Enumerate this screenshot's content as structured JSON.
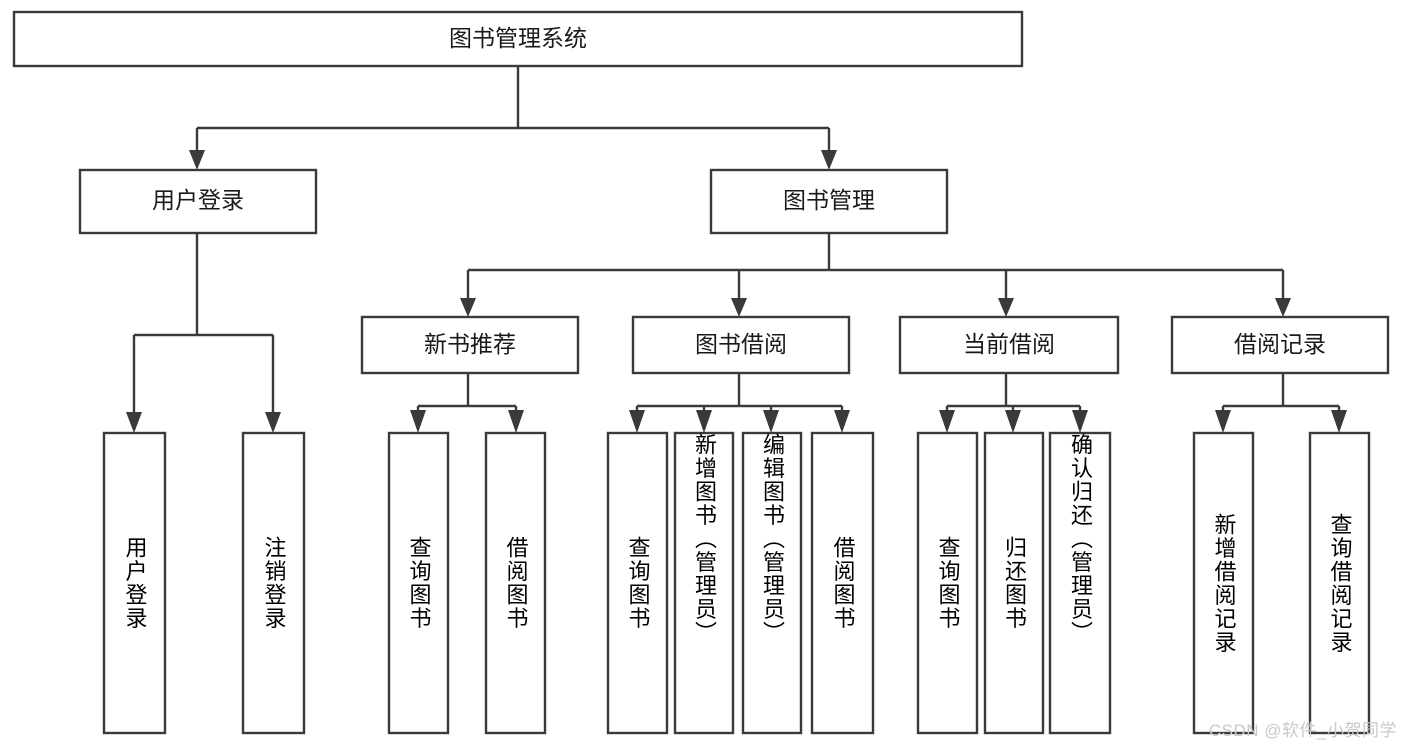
{
  "diagram": {
    "type": "tree",
    "title": "图书管理系统",
    "watermark": "CSDN @软件_小贺同学",
    "colors": {
      "stroke": "#3a3a3a",
      "fill": "#ffffff",
      "text": "#1a1a1a",
      "watermark": "#c9c9c9"
    },
    "nodes": {
      "root": {
        "label": "图书管理系统",
        "level": 1,
        "orientation": "horizontal"
      },
      "n_user_login": {
        "label": "用户登录",
        "level": 2,
        "orientation": "horizontal"
      },
      "n_book_mgmt": {
        "label": "图书管理",
        "level": 2,
        "orientation": "horizontal"
      },
      "n_new_book_rec": {
        "label": "新书推荐",
        "level": 3,
        "orientation": "horizontal"
      },
      "n_book_borrow": {
        "label": "图书借阅",
        "level": 3,
        "orientation": "horizontal"
      },
      "n_current_borrow": {
        "label": "当前借阅",
        "level": 3,
        "orientation": "horizontal"
      },
      "n_borrow_record": {
        "label": "借阅记录",
        "level": 3,
        "orientation": "horizontal"
      },
      "l_user_login": {
        "label": "用户登录",
        "level": 4,
        "orientation": "vertical"
      },
      "l_logout": {
        "label": "注销登录",
        "level": 4,
        "orientation": "vertical"
      },
      "l_query_book_1": {
        "label": "查询图书",
        "level": 4,
        "orientation": "vertical"
      },
      "l_borrow_book_1": {
        "label": "借阅图书",
        "level": 4,
        "orientation": "vertical"
      },
      "l_query_book_2": {
        "label": "查询图书",
        "level": 4,
        "orientation": "vertical"
      },
      "l_add_book": {
        "label": "新增图书（管理员）",
        "level": 4,
        "orientation": "vertical"
      },
      "l_edit_book": {
        "label": "编辑图书（管理员）",
        "level": 4,
        "orientation": "vertical"
      },
      "l_borrow_book_2": {
        "label": "借阅图书",
        "level": 4,
        "orientation": "vertical"
      },
      "l_query_book_3": {
        "label": "查询图书",
        "level": 4,
        "orientation": "vertical"
      },
      "l_return_book": {
        "label": "归还图书",
        "level": 4,
        "orientation": "vertical"
      },
      "l_confirm_return": {
        "label": "确认归还（管理员）",
        "level": 4,
        "orientation": "vertical"
      },
      "l_add_record": {
        "label": "新增借阅记录",
        "level": 4,
        "orientation": "vertical"
      },
      "l_query_record": {
        "label": "查询借阅记录",
        "level": 4,
        "orientation": "vertical"
      }
    },
    "edges": [
      {
        "from": "root",
        "to": "n_user_login"
      },
      {
        "from": "root",
        "to": "n_book_mgmt"
      },
      {
        "from": "n_book_mgmt",
        "to": "n_new_book_rec"
      },
      {
        "from": "n_book_mgmt",
        "to": "n_book_borrow"
      },
      {
        "from": "n_book_mgmt",
        "to": "n_current_borrow"
      },
      {
        "from": "n_book_mgmt",
        "to": "n_borrow_record"
      },
      {
        "from": "n_user_login",
        "to": "l_user_login"
      },
      {
        "from": "n_user_login",
        "to": "l_logout"
      },
      {
        "from": "n_new_book_rec",
        "to": "l_query_book_1"
      },
      {
        "from": "n_new_book_rec",
        "to": "l_borrow_book_1"
      },
      {
        "from": "n_book_borrow",
        "to": "l_query_book_2"
      },
      {
        "from": "n_book_borrow",
        "to": "l_add_book"
      },
      {
        "from": "n_book_borrow",
        "to": "l_edit_book"
      },
      {
        "from": "n_book_borrow",
        "to": "l_borrow_book_2"
      },
      {
        "from": "n_current_borrow",
        "to": "l_query_book_3"
      },
      {
        "from": "n_current_borrow",
        "to": "l_return_book"
      },
      {
        "from": "n_current_borrow",
        "to": "l_confirm_return"
      },
      {
        "from": "n_borrow_record",
        "to": "l_add_record"
      },
      {
        "from": "n_borrow_record",
        "to": "l_query_record"
      }
    ]
  }
}
